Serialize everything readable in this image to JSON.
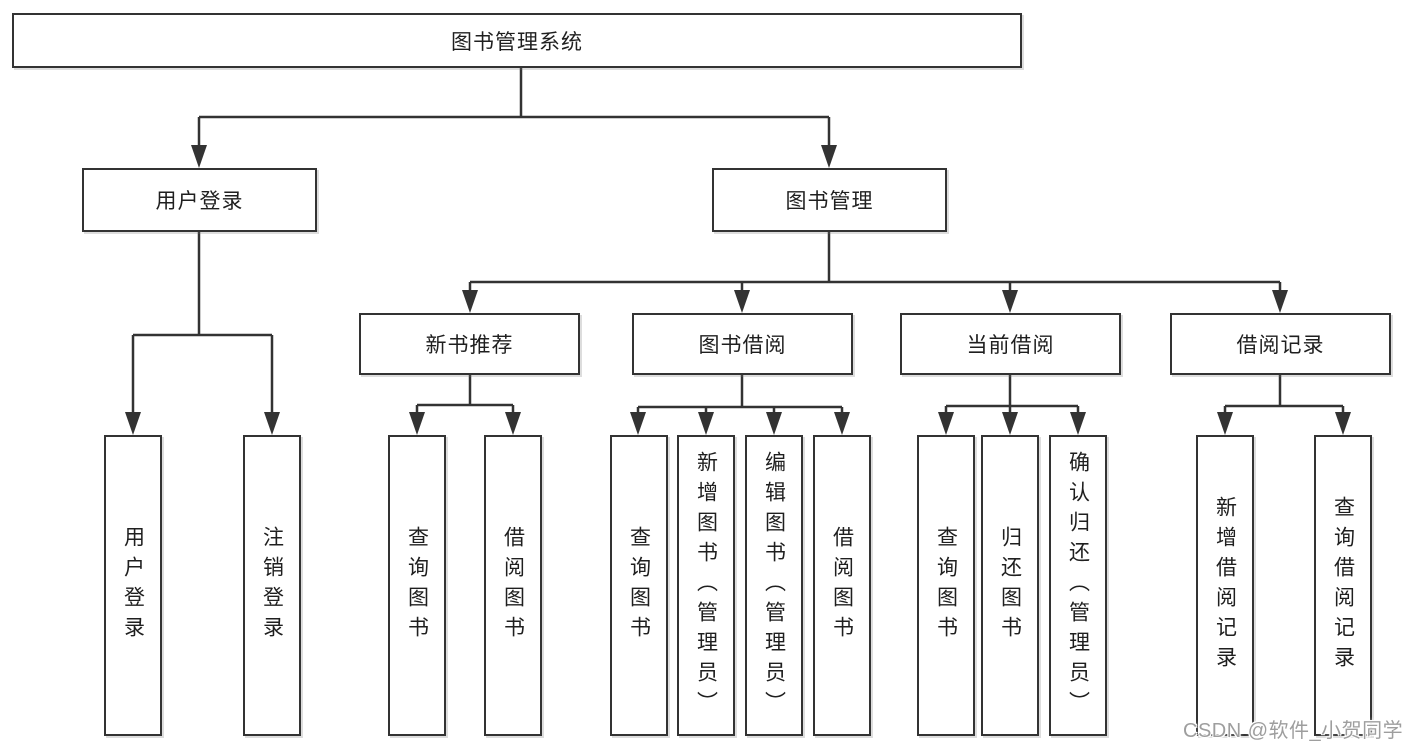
{
  "diagram": {
    "root": {
      "label": "图书管理系统"
    },
    "children": [
      {
        "label": "用户登录",
        "children": [
          {
            "label": "用户登录"
          },
          {
            "label": "注销登录"
          }
        ]
      },
      {
        "label": "图书管理",
        "children": [
          {
            "label": "新书推荐",
            "children": [
              {
                "label": "查询图书"
              },
              {
                "label": "借阅图书"
              }
            ]
          },
          {
            "label": "图书借阅",
            "children": [
              {
                "label": "查询图书"
              },
              {
                "label": "新增图书（管理员）"
              },
              {
                "label": "编辑图书（管理员）"
              },
              {
                "label": "借阅图书"
              }
            ]
          },
          {
            "label": "当前借阅",
            "children": [
              {
                "label": "查询图书"
              },
              {
                "label": "归还图书"
              },
              {
                "label": "确认归还（管理员）"
              }
            ]
          },
          {
            "label": "借阅记录",
            "children": [
              {
                "label": "新增借阅记录"
              },
              {
                "label": "查询借阅记录"
              }
            ]
          }
        ]
      }
    ]
  },
  "watermark": {
    "text": "CSDN @软件_小贺同学"
  },
  "colors": {
    "line": "#333333",
    "box_border": "#333333",
    "text": "#1f1f1f",
    "background": "#ffffff",
    "watermark": "#9e9e9e"
  }
}
